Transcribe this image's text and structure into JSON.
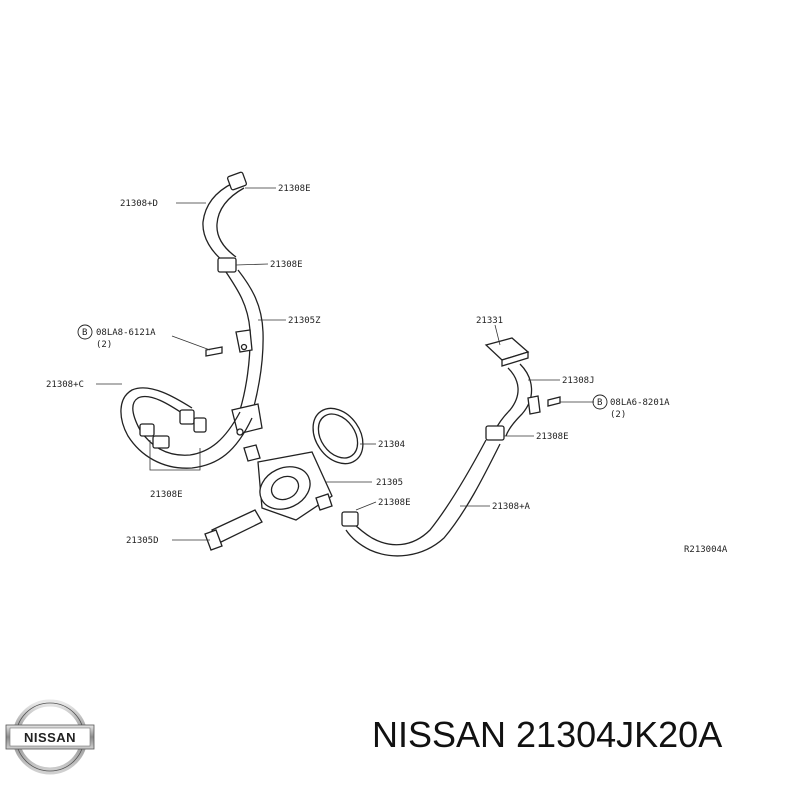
{
  "callouts": {
    "p21308D": "21308+D",
    "p21308E_top": "21308E",
    "p21308E_upper": "21308E",
    "p21305Z": "21305Z",
    "bolt_left_code": "08LA8-6121A",
    "bolt_left_qty": "(2)",
    "p21308C": "21308+C",
    "p21308E_leftbottom": "21308E",
    "p21305D": "21305D",
    "p21331": "21331",
    "p21308J": "21308J",
    "bolt_right_code": "08LA6-8201A",
    "bolt_right_qty": "(2)",
    "p21308E_right": "21308E",
    "p21304": "21304",
    "p21305": "21305",
    "p21308E_center": "21308E",
    "p21308A": "21308+A",
    "bolt_mark": "B",
    "ref_code": "R213004A"
  },
  "caption": {
    "text": "NISSAN 21304JK20A"
  },
  "logo": {
    "text": "NISSAN"
  }
}
